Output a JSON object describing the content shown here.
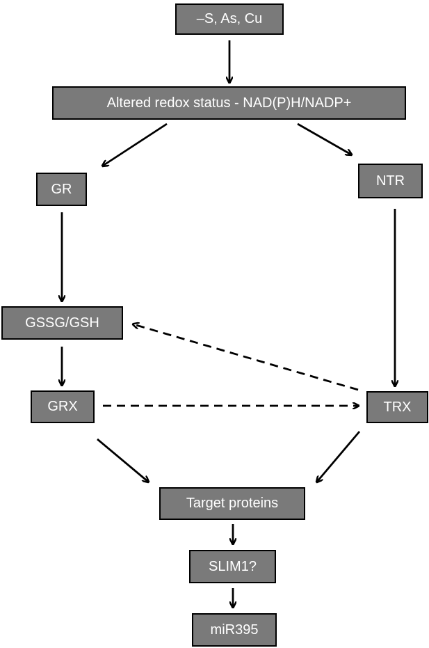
{
  "nodes": {
    "inputs": "–S, As, Cu",
    "redox": "Altered redox status - NAD(P)H/NADP+",
    "gr": "GR",
    "ntr": "NTR",
    "gssg": "GSSG/GSH",
    "grx": "GRX",
    "trx": "TRX",
    "target": "Target proteins",
    "slim1": "SLIM1?",
    "mir395": "miR395"
  },
  "colors": {
    "box_fill": "#7a7a7a",
    "box_border": "#000000",
    "box_text": "#ffffff",
    "arrow": "#000000"
  }
}
